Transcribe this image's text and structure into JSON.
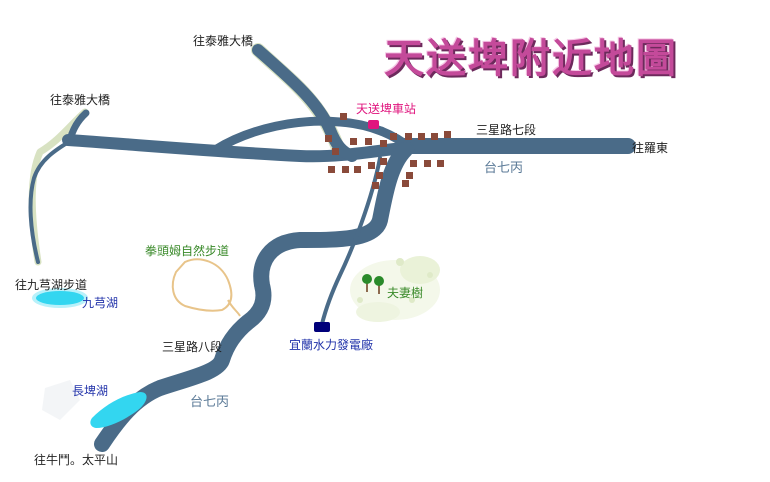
{
  "title": "天送埤附近地圖",
  "labels": {
    "to_taiya_bridge_top": "往泰雅大橋",
    "to_taiya_bridge_left": "往泰雅大橋",
    "tiansongpi_station": "天送埤車站",
    "sanxing_rd_sec7": "三星路七段",
    "to_luodong": "往羅東",
    "tai7bing_east": "台七丙",
    "quantoumu_trail": "拳頭姆自然步道",
    "to_jiuxiong_trail": "往九芎湖步道",
    "jiuxiong_lake": "九芎湖",
    "couple_tree": "夫妻樹",
    "sanxing_rd_sec8": "三星路八段",
    "yilan_power_plant": "宜蘭水力發電廠",
    "changpi_lake": "長埤湖",
    "tai7bing_south": "台七丙",
    "to_niudou_taipingshan": "往牛鬥。太平山"
  },
  "colors": {
    "road": "#4a6b88",
    "road_edge": "#dde6c6",
    "building": "#8a4a3a",
    "station": "#e0157e",
    "power_plant": "#00007a",
    "lake": "#33d6f0",
    "trail": "#e8c48a",
    "trees": "#2a8a2a",
    "label_green": "#3a8a2a",
    "label_blue": "#2233aa",
    "label_road": "#5b7a97",
    "label_magenta": "#e0157e",
    "title": "#c44a9a"
  }
}
